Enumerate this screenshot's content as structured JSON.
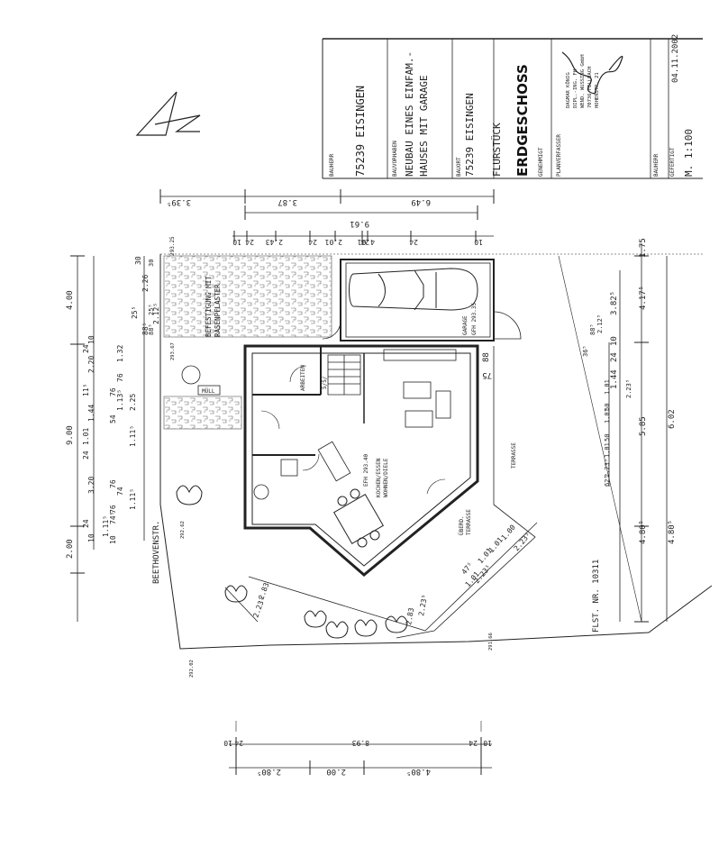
{
  "title_block": {
    "bauherr_label": "BAUHERR",
    "bauherr_value": "75239 EISINGEN",
    "bauvorhaben_label": "BAUVORHABEN",
    "bauvorhaben_line1": "NEUBAU EINES EINFAM.-",
    "bauvorhaben_line2": "HAUSES MIT GARAGE",
    "bauort_label": "BAUORT",
    "bauort_value": "75239 EISINGEN",
    "flurstueck_label": "FLURSTÜCK",
    "plan_title": "ERDGESCHOSS",
    "genehmigt_label": "GENEHMIGT",
    "planverfasser_label": "PLANVERFASSER",
    "stamp_line1": "DAGMAR KÖNIG",
    "stamp_line2": "DIPL.-ING. FH",
    "stamp_line3": "WEND. WUSSING GmbH",
    "stamp_line4": "70736 FELLBACH",
    "stamp_line5": "HOHENSTR. 21",
    "bauherr2_label": "BAUHERR",
    "gefertigt_label": "GEFERTIGT",
    "date": "04.11.2002",
    "scale": "M. 1:100"
  },
  "labels": {
    "beethovenstr": "BEETHOVENSTR.",
    "flst": "FLST. NR. 10311",
    "befestigung_line1": "BEFESTIGUNG MIT",
    "befestigung_line2": "RASENPFLASTER",
    "garage": "GARAGE",
    "garage_gfh": "GFH 293.35",
    "arbeiten": "ARBEITEN",
    "wohnen_line1": "KOCHEN/ESSEN",
    "wohnen_line2": "WOHNEN/DIELE",
    "efh": "EFH 293.40",
    "terrasse": "TERRASSE",
    "ueberd_terrasse_line1": "ÜBERD.",
    "ueberd_terrasse_line2": "TERRASSE",
    "muell": "MÜLL",
    "stair": "5/5/",
    "level_1": "293.25",
    "level_2": "293.67",
    "level_3": "292.62",
    "level_4": "292.02",
    "level_5": "291.66"
  },
  "dims_top": {
    "outer": [
      "3.39⁵",
      "3.87",
      "6.49"
    ],
    "total": "9.61",
    "parts": [
      "10",
      "24",
      "2.43",
      "24",
      "2.01",
      "24",
      "4.01",
      "24",
      "10"
    ]
  },
  "dims_left": {
    "total_a": "4.00",
    "total_b": "9.00",
    "total_c": "2.00",
    "parts": [
      "30",
      "2.26",
      "2.12⁵",
      "88⁵",
      "25⁵",
      "10",
      "2.20",
      "24",
      "1.44",
      "1.01",
      "11⁵",
      "24",
      "3.20",
      "24",
      "10"
    ],
    "rasenpfl": [
      "30",
      "25⁵",
      "88⁵"
    ],
    "window_parts": [
      "1.32",
      "76",
      "54",
      "76",
      "1.13⁵",
      "2.25",
      "1.11⁵",
      "1.11⁵",
      "76",
      "74",
      "76",
      "74⁵",
      "10",
      "1.11⁵"
    ]
  },
  "dims_right": {
    "outer": [
      "1.75",
      "4.17⁵",
      "6.02",
      "4.80⁵"
    ],
    "inner": [
      "3.82⁵",
      "10",
      "24",
      "1.44",
      "5.85",
      "4.80⁵"
    ],
    "inner_small": [
      "36⁵",
      "88⁵",
      "2.12⁵",
      "1.01",
      "50",
      "1.01",
      "50",
      "1.01",
      "2.23⁵",
      "2.23⁵",
      "62⁵"
    ],
    "other": [
      "88",
      "75"
    ]
  },
  "dims_diag": [
    "2.23⁵",
    "2.83",
    "2.83",
    "2.23⁵",
    "1.01",
    "47⁵",
    "1.01",
    "1.01",
    "1.00",
    "2.23⁵",
    "2.23⁵"
  ],
  "dims_bottom": {
    "parts": [
      "10",
      "24",
      "8.93",
      "24",
      "10"
    ],
    "outer": [
      "2.80⁵",
      "2.00",
      "4.80⁵"
    ]
  }
}
